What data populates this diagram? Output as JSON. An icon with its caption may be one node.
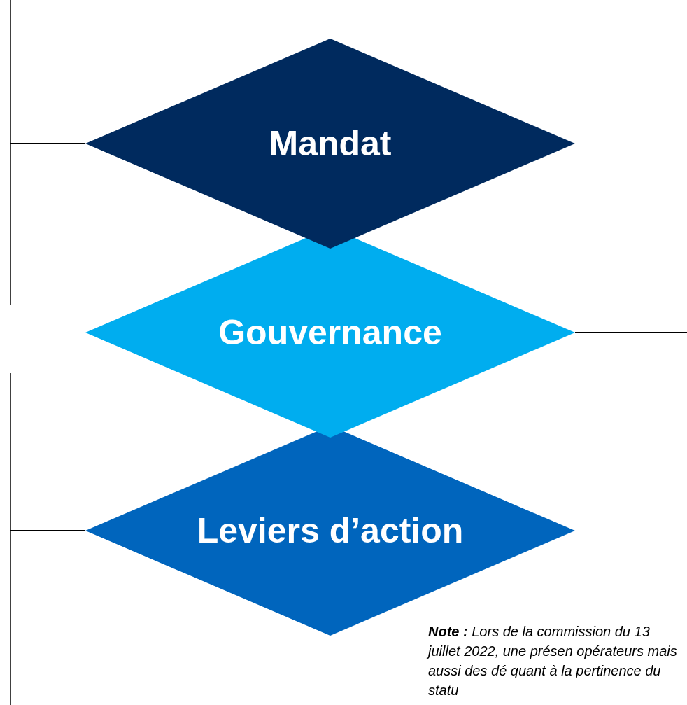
{
  "diagram": {
    "nodes": [
      {
        "text": [
          "Mandat"
        ]
      },
      {
        "text": [
          "Gouvernance"
        ]
      },
      {
        "text": [
          "Leviers d’action"
        ]
      }
    ],
    "edges": [
      {
        "from": 0,
        "to": null,
        "arrow": "none"
      },
      {
        "from": 1,
        "to": null,
        "arrow": "none"
      },
      {
        "from": 2,
        "to": null,
        "arrow": "none"
      }
    ],
    "labels": [
      "**Note :** Lors de la commission du 13 juillet 2022, une présen opérateurs mais aussi des dé quant à la pertinence du statu"
    ]
  }
}
